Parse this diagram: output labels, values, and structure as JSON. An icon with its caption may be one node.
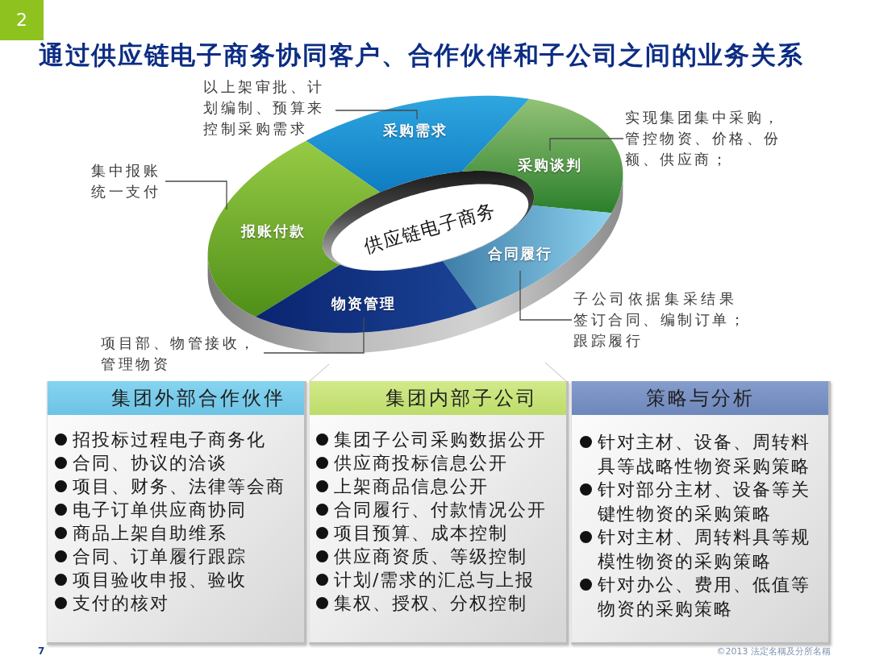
{
  "diagram": {
    "title": "通过供应链电子商务协同客户、合作伙伴和子公司之间的业务关系",
    "nodes": [
      {
        "text": [
          "以上架审批、计划编制、预算来控制采购需求"
        ]
      },
      {
        "text": [
          "实现集团集中采购，管控物资、价格、份额、供应商；"
        ]
      },
      {
        "text": [
          "采购需求"
        ]
      },
      {
        "text": [
          "集中报账统一支付"
        ]
      },
      {
        "text": [
          "采购谈判"
        ]
      },
      {
        "text": [
          "报账付款"
        ]
      },
      {
        "text": [
          "供应链电子商务"
        ]
      },
      {
        "text": [
          "合同履行"
        ]
      },
      {
        "text": [
          "子公司依据集采结果签订合同、编制订单；跟踪履行"
        ]
      },
      {
        "text": [
          "物资管理"
        ]
      },
      {
        "text": [
          "项目部、物管接收，管理物资"
        ]
      },
      {
        "text": [
          "集团外部合作伙伴",
          "招投标过程电子商务化",
          "合同、协议的洽谈",
          "项目、财务、法律等会商",
          "电子订单供应商协同",
          "商品上架自助维系",
          "合同、订单履行跟踪",
          "项目验收申报、验收",
          "支付的核对"
        ]
      },
      {
        "text": [
          "集团内部子公司",
          "集团子公司采购数据公开",
          "供应商投标信息公开",
          "上架商品信息公开",
          "合同履行、付款情况公开",
          "项目预算、成本控制",
          "供应商资质、等级控制",
          "计划/需求的汇总与上报",
          "集权、授权、分权控制"
        ]
      },
      {
        "text": [
          "策略与分析",
          "针对主材、设备、周转料具等战略性物资采购策略",
          "针对部分主材、设备等关键性物资的采购策略",
          "针对主材、周转料具等规模性物资的采购策略",
          "针对办公、费用、低值等物资的采购策略"
        ]
      }
    ],
    "edges": [
      {
        "from": 0,
        "to": 2,
        "arrow": "none"
      },
      {
        "from": 1,
        "to": 4,
        "arrow": "none"
      },
      {
        "from": 3,
        "to": 5,
        "arrow": "none"
      },
      {
        "from": 8,
        "to": 7,
        "arrow": "none"
      },
      {
        "from": 10,
        "to": 9,
        "arrow": "none"
      },
      {
        "from": null,
        "to": 12,
        "arrow": "none",
        "color": "#bdbdbd"
      },
      {
        "from": null,
        "to": 12,
        "arrow": "none",
        "color": "#bdbdbd"
      }
    ],
    "labels": [
      "2",
      "7",
      "©2013 法定名稱及分所名稱"
    ]
  }
}
